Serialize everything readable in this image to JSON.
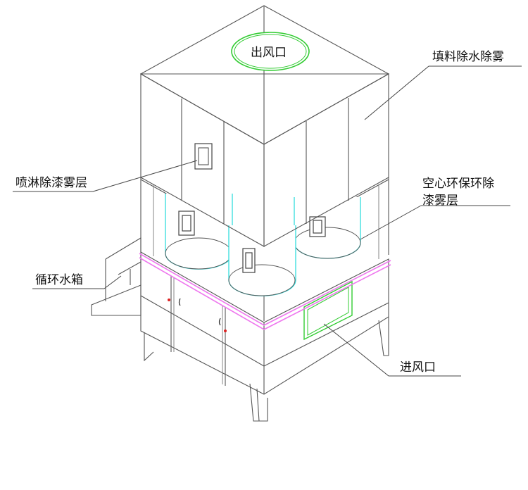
{
  "labels": {
    "outlet": "出风口",
    "packing_demister": "填料除水除雾",
    "spray_layer": "喷淋除漆雾层",
    "hollow_layer_line1": "空心环保环除",
    "hollow_layer_line2": "漆雾层",
    "water_tank": "循环水箱",
    "inlet": "进风口"
  },
  "colors": {
    "line": "#555555",
    "outlet_ring": "#33cc33",
    "cylinder": "#33dddd",
    "flange": "#ee77ee",
    "inlet_frame": "#33cc33",
    "marker": "#dd2222"
  }
}
